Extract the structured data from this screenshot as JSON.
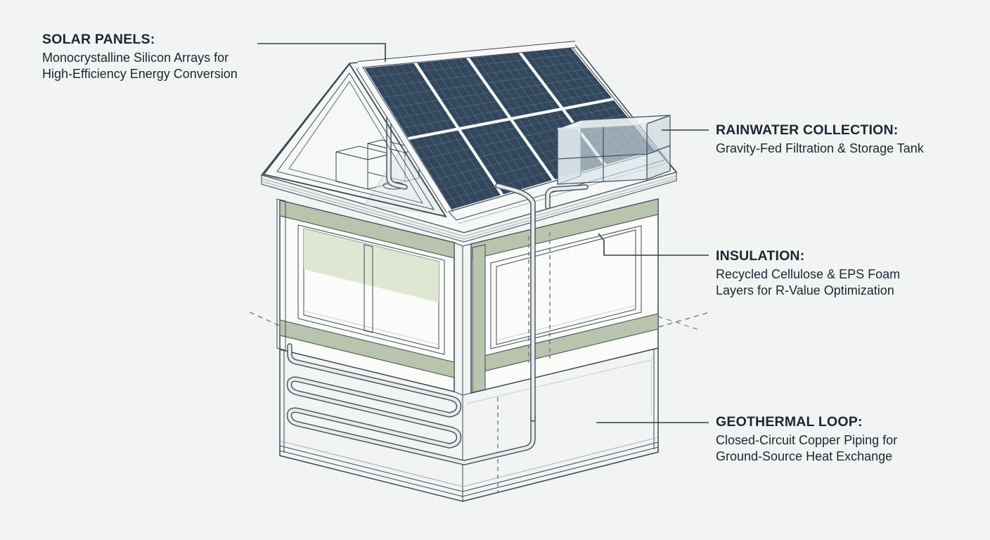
{
  "page": {
    "description": "Isometric cutaway diagram of a sustainable house with annotated eco-features"
  },
  "labels": {
    "solar": {
      "title": "SOLAR PANELS:",
      "description": "Monocrystalline Silicon Arrays for High-Efficiency Energy Conversion"
    },
    "rainwater": {
      "title": "RAINWATER COLLECTION:",
      "description": "Gravity-Fed Filtration & Storage Tank"
    },
    "insulation": {
      "title": "INSULATION:",
      "description": "Recycled Cellulose & EPS Foam Layers for R-Value Optimization"
    },
    "geothermal": {
      "title": "GEOTHERMAL LOOP:",
      "description": "Closed-Circuit Copper Piping for Ground-Source Heat Exchange"
    }
  },
  "colors": {
    "background": "#f2f4f3",
    "text": "#1b2633",
    "line": "#3b4957",
    "panel": "#33475c",
    "panel_grid": "#5b7186",
    "insulation": "#b9c4ac",
    "sage": "#dfe6d2",
    "glass": "#dce7ea",
    "pipe": "#e8ebe9"
  }
}
